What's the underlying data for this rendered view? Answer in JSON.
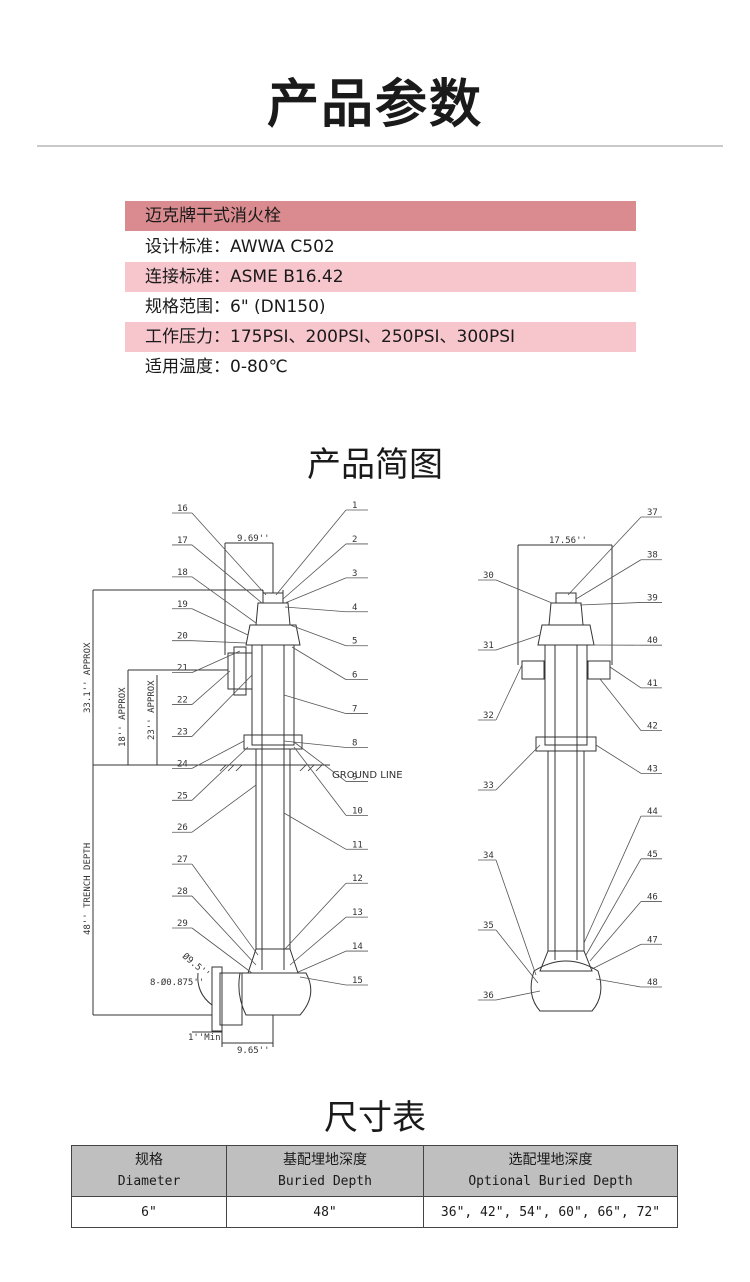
{
  "page": {
    "title": "产品参数"
  },
  "spec": {
    "name": "迈克牌干式消火栓",
    "rows": [
      {
        "label": "设计标准",
        "value": "AWWA C502"
      },
      {
        "label": "连接标准",
        "value": "ASME B16.42"
      },
      {
        "label": "规格范围",
        "value": "6\" (DN150)"
      },
      {
        "label": "工作压力",
        "value": "175PSI、200PSI、250PSI、300PSI"
      },
      {
        "label": "适用温度",
        "value": "0-80℃"
      }
    ]
  },
  "diagram": {
    "title": "产品简图",
    "ground_line": "GROUND LINE",
    "left_dims": {
      "width_top": "9.69''",
      "width_bottom": "9.65''",
      "height_total": "33.1'' APPROX",
      "nozzle_18": "18'' APPROX",
      "nozzle_23": "23'' APPROX",
      "trench": "48'' TRENCH DEPTH",
      "bolt_circle": "Ø9.5''",
      "bolts": "8-Ø0.875''",
      "min": "1''Min"
    },
    "right_dims": {
      "width_top": "17.56''"
    },
    "left_callouts_right": [
      "1",
      "2",
      "3",
      "4",
      "5",
      "6",
      "7",
      "8",
      "9",
      "10",
      "11",
      "12",
      "13",
      "14",
      "15"
    ],
    "left_callouts_left": [
      "16",
      "17",
      "18",
      "19",
      "20",
      "21",
      "22",
      "23",
      "24",
      "25",
      "26",
      "27",
      "28",
      "29"
    ],
    "right_callouts_left": [
      "30",
      "31",
      "32",
      "33",
      "34",
      "35",
      "36"
    ],
    "right_callouts_right": [
      "37",
      "38",
      "39",
      "40",
      "41",
      "42",
      "43",
      "44",
      "45",
      "46",
      "47",
      "48"
    ]
  },
  "dimensions": {
    "title": "尺寸表",
    "headers": [
      {
        "cn": "规格",
        "en": "Diameter"
      },
      {
        "cn": "基配埋地深度",
        "en": "Buried Depth"
      },
      {
        "cn": "选配埋地深度",
        "en": "Optional Buried Depth"
      }
    ],
    "rows": [
      [
        "6\"",
        "48\"",
        "36\", 42\", 54\", 60\", 66\", 72\""
      ]
    ]
  }
}
